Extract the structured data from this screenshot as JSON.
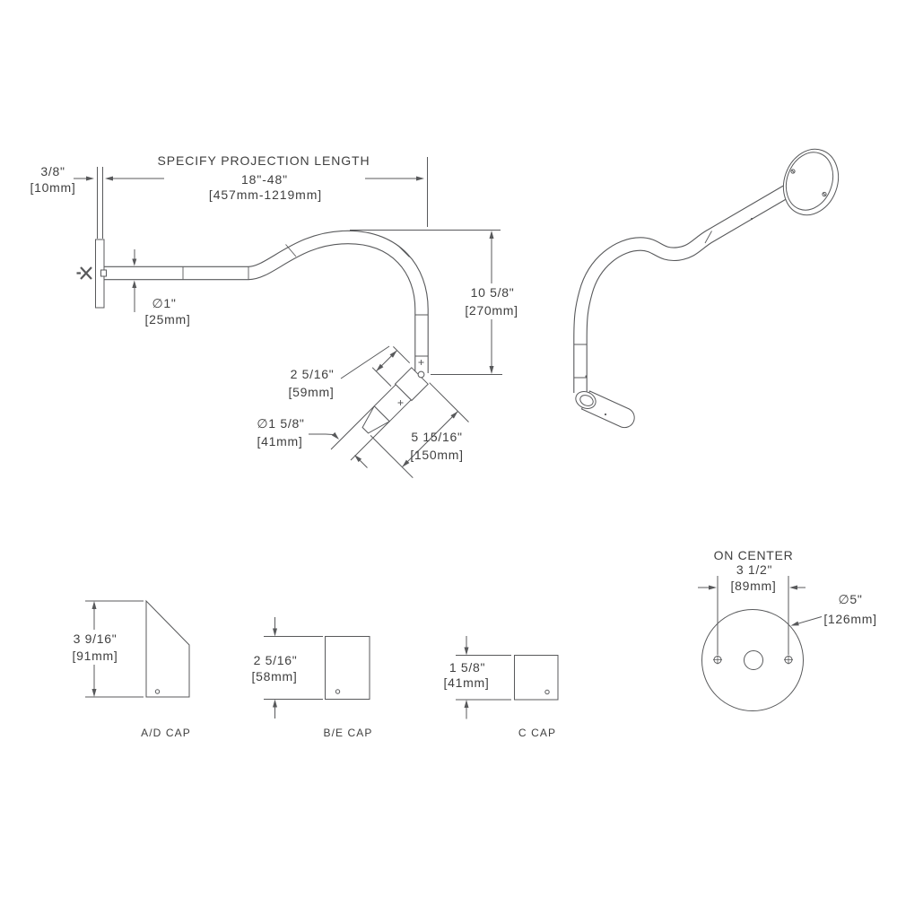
{
  "drawing_type": "technical dimension drawing - gooseneck wall arm",
  "colors": {
    "line": "#58595b",
    "text": "#3f3f3f",
    "background": "#ffffff"
  },
  "main_view": {
    "projection_note_line1": "SPECIFY PROJECTION LENGTH",
    "projection_note_line2": "18\"-48\"",
    "projection_note_line3": "[457mm-1219mm]",
    "plate_thickness_in": "3/8\"",
    "plate_thickness_mm": "[10mm]",
    "arm_diameter_in": "∅1\"",
    "arm_diameter_mm": "[25mm]",
    "drop_in": "10 5/8\"",
    "drop_mm": "[270mm]",
    "knuckle_in": "2 5/16\"",
    "knuckle_mm": "[59mm]",
    "cap_diameter_in": "∅1 5/8\"",
    "cap_diameter_mm": "[41mm]",
    "cap_length_in": "5 15/16\"",
    "cap_length_mm": "[150mm]"
  },
  "caps": [
    {
      "label": "A/D CAP",
      "dim_in": "3 9/16\"",
      "dim_mm": "[91mm]"
    },
    {
      "label": "B/E CAP",
      "dim_in": "2 5/16\"",
      "dim_mm": "[58mm]"
    },
    {
      "label": "C CAP",
      "dim_in": "1 5/8\"",
      "dim_mm": "[41mm]"
    }
  ],
  "back_plate": {
    "on_center_label": "ON CENTER",
    "on_center_in": "3 1/2\"",
    "on_center_mm": "[89mm]",
    "diameter_in": "∅5\"",
    "diameter_mm": "[126mm]"
  }
}
